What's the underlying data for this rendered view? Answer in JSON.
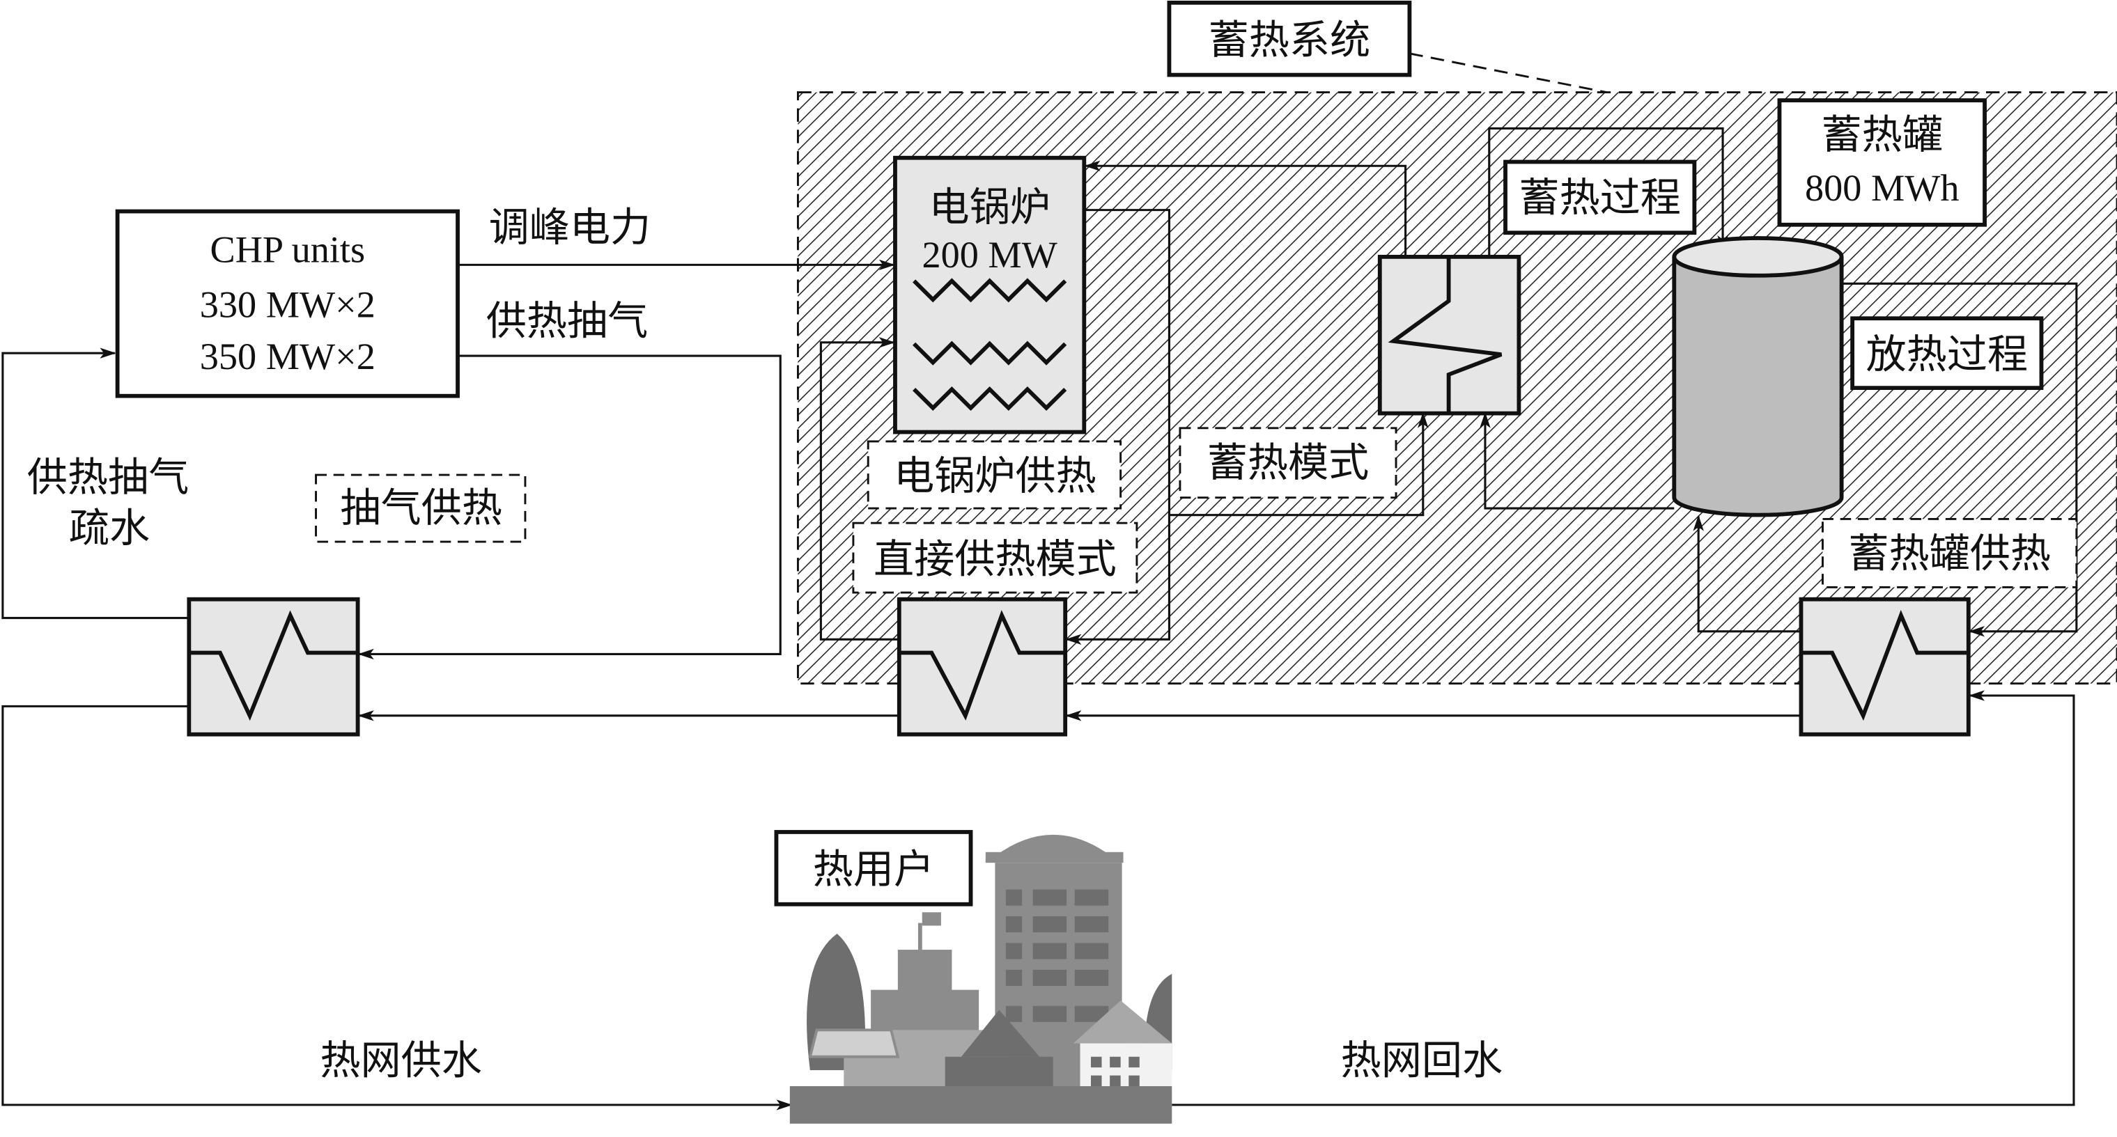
{
  "title": "蓄热系统",
  "colors": {
    "line": "#111111",
    "equipment_fill": "#e6e6e6",
    "tank_fill": "#bdbdbd",
    "hatch": "#222222",
    "building_dark": "#6e6e6e",
    "building_mid": "#8c8c8c",
    "building_light": "#a8a8a8"
  },
  "chp": {
    "name": "CHP units",
    "line1": "330 MW×2",
    "line2": "350 MW×2"
  },
  "labels": {
    "peak_power": "调峰电力",
    "heating_extraction": "供热抽气",
    "extraction_drain_1": "供热抽气",
    "extraction_drain_2": "疏水",
    "extraction_heating_mode": "抽气供热",
    "electric_boiler_heating": "电锅炉供热",
    "direct_heating_mode": "直接供热模式",
    "storage_mode": "蓄热模式",
    "storage_process": "蓄热过程",
    "release_process": "放热过程",
    "tank_heating": "蓄热罐供热",
    "heat_users": "热用户",
    "supply_water": "热网供水",
    "return_water": "热网回水"
  },
  "boiler": {
    "name": "电锅炉",
    "capacity": "200 MW"
  },
  "tank": {
    "name": "蓄热罐",
    "capacity": "800 MWh"
  }
}
